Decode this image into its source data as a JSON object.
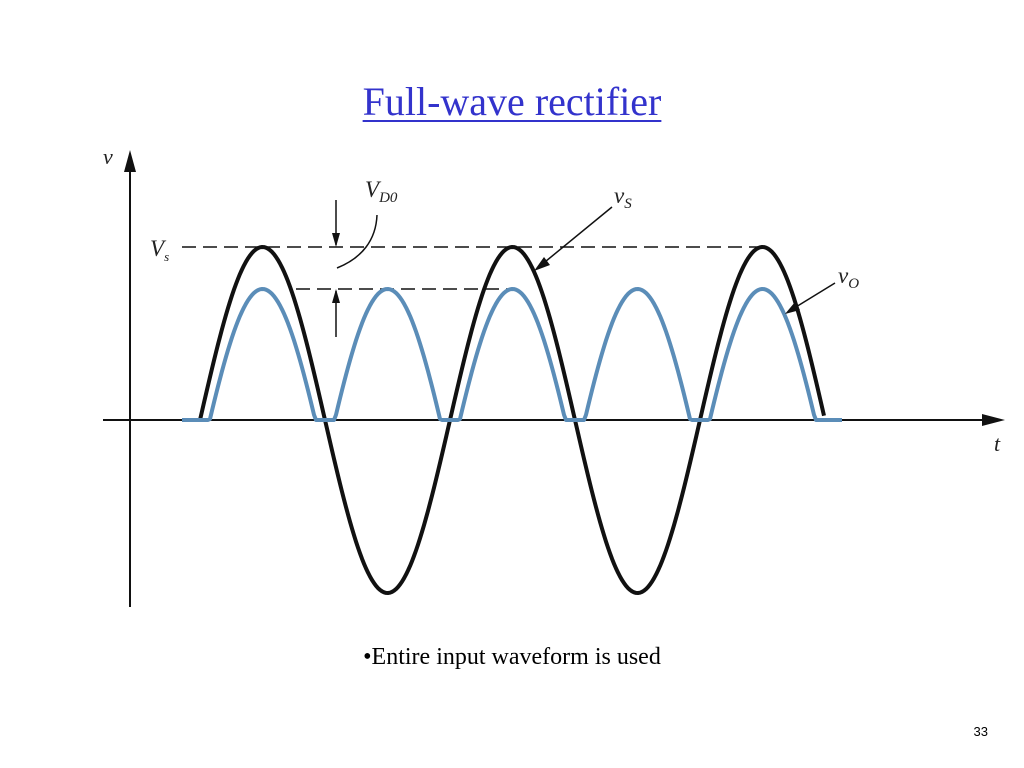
{
  "slide": {
    "title": "Full-wave rectifier",
    "bullet": "•Entire input waveform is used",
    "page_number": "33"
  },
  "diagram": {
    "labels": {
      "v_axis": "v",
      "t_axis": "t",
      "vs_peak": "V",
      "vs_peak_sub": "s",
      "vd0": "V",
      "vd0_sub": "D0",
      "vs_curve": "v",
      "vs_curve_sub": "S",
      "vo_curve": "v",
      "vo_curve_sub": "O"
    }
  },
  "colors": {
    "title": "#3333cc",
    "input_waveform": "#111111",
    "output_waveform": "#5b8db8",
    "axes": "#111111"
  }
}
